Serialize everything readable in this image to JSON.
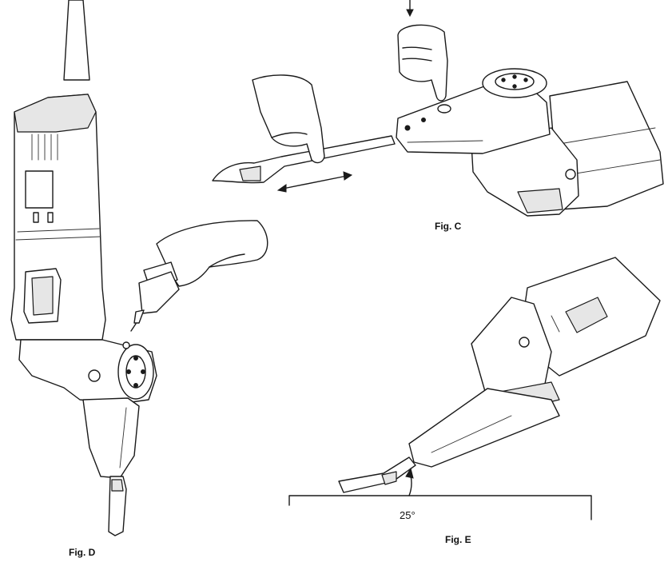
{
  "figures": {
    "fig_c": {
      "label": "Fig. C"
    },
    "fig_d": {
      "label": "Fig. D"
    },
    "fig_e": {
      "label": "Fig. E",
      "angle_label": "25°"
    }
  },
  "colors": {
    "line": "#1a1a1a",
    "background": "#ffffff"
  }
}
